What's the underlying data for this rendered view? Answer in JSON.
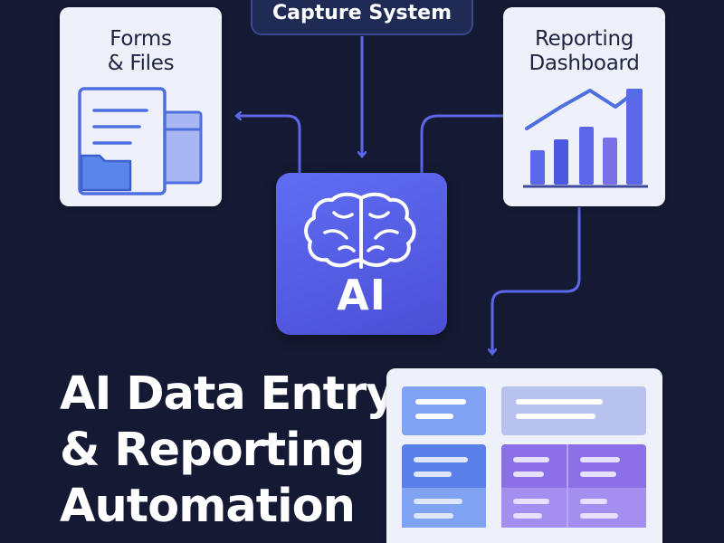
{
  "header": {
    "title": "Capture System"
  },
  "forms_card": {
    "title_line1": "Forms",
    "title_line2": "& Files"
  },
  "reporting_card": {
    "title_line1": "Reporting",
    "title_line2": "Dashboard"
  },
  "ai_box": {
    "label": "AI"
  },
  "headline": {
    "line1": "AI Data Entry",
    "line2": "& Reporting",
    "line3": "Automation"
  },
  "icons": {
    "brain": "brain-icon",
    "documents": "document-stack-icon",
    "folder": "folder-icon",
    "chart": "bar-chart-icon"
  },
  "colors": {
    "background": "#141a33",
    "accent": "#5b66e8",
    "card": "#eef0fa",
    "connector": "#5b66e8"
  }
}
